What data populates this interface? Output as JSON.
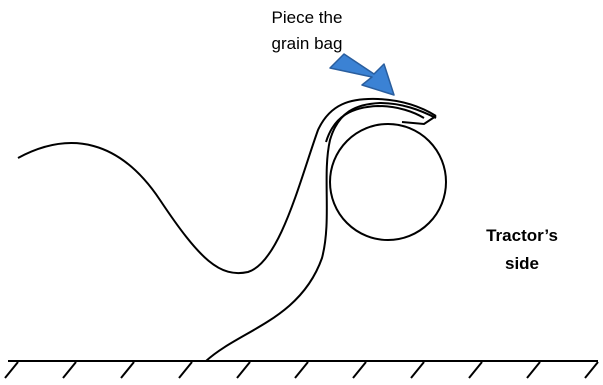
{
  "annotation": {
    "line1": "Piece the",
    "line2": "grain bag"
  },
  "side_label": {
    "line1": "Tractor’s",
    "line2": "side"
  },
  "colors": {
    "arrow": "#3b82d4",
    "stroke": "#000000"
  }
}
